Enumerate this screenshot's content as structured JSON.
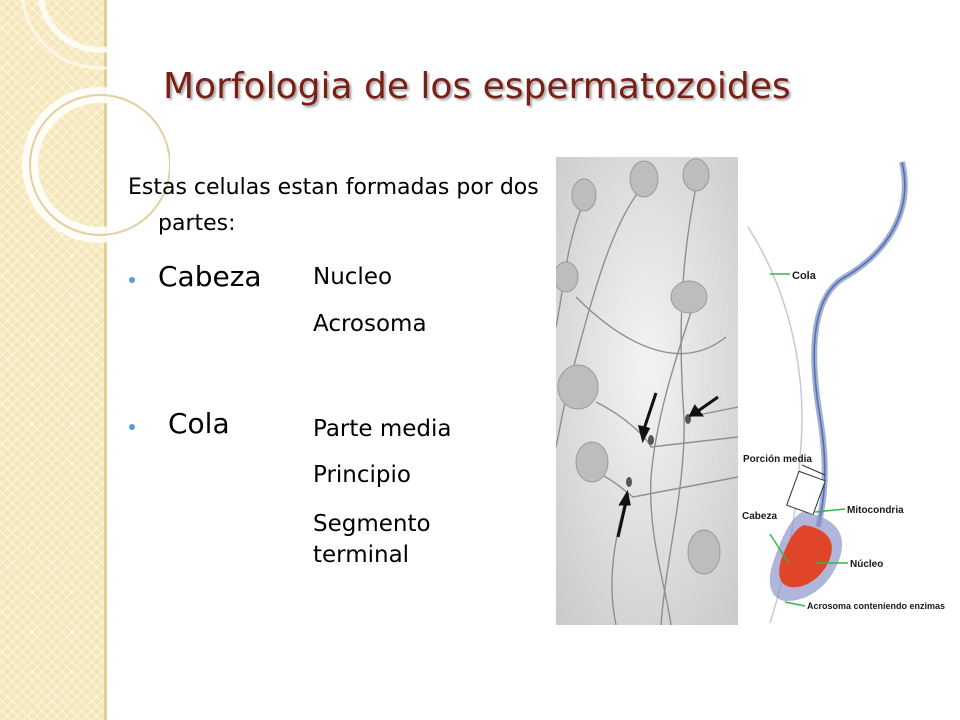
{
  "slide": {
    "title": "Morfologia de los espermatozoides",
    "intro": "Estas  celulas estan formadas por dos partes:",
    "parts": [
      {
        "term": "Cabeza",
        "items": [
          "Nucleo",
          "Acrosoma"
        ]
      },
      {
        "term": "Cola",
        "items": [
          "Parte media",
          "Principio",
          "Segmento terminal"
        ]
      }
    ]
  },
  "diagram": {
    "labels": {
      "cola": "Cola",
      "porcion_media": "Porción media",
      "mitocondria": "Mitocondria",
      "cabeza": "Cabeza",
      "nucleo": "Núcleo",
      "acrosoma": "Acrosoma conteniendo enzimas"
    }
  },
  "colors": {
    "title": "#7a1f16",
    "bullet": "#5b9bd5",
    "band": "#f6e7b9",
    "head": "#e0452a",
    "pointer": "#3cb34a"
  }
}
